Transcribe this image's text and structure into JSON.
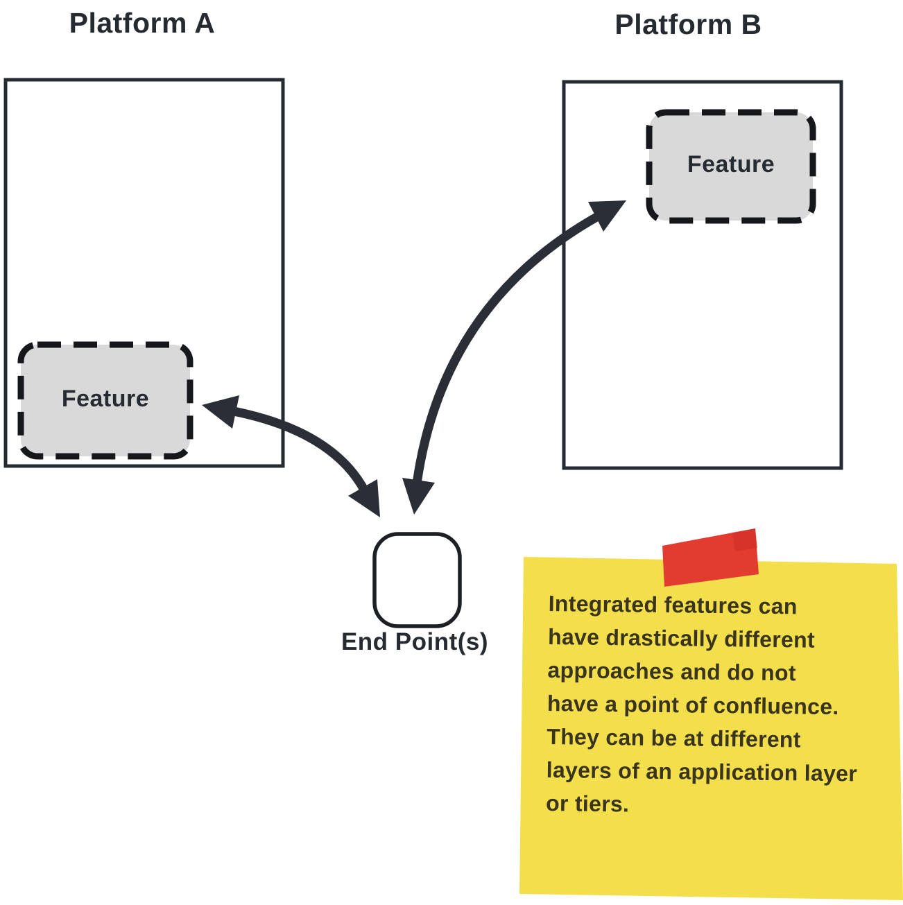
{
  "diagram": {
    "platform_a": {
      "title": "Platform A",
      "feature": "Feature"
    },
    "platform_b": {
      "title": "Platform B",
      "feature": "Feature"
    },
    "endpoint": {
      "label": "End Point(s)"
    },
    "sticky_note": {
      "lines": [
        "Integrated features can",
        "have drastically different",
        "approaches and do not",
        "have a point of confluence.",
        "They can be at different",
        "layers of an application layer",
        "or tiers."
      ]
    },
    "colors": {
      "ink": "#262a31",
      "feature_fill": "#d9d9d9",
      "note_yellow": "#f2df4b",
      "tape_red": "#e23c30",
      "note_text": "#3a341d"
    }
  }
}
